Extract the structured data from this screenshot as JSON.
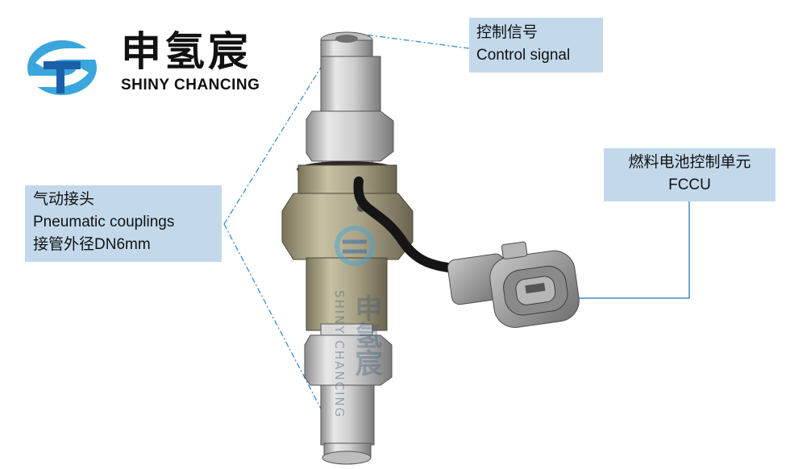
{
  "brand": {
    "name_cn": "申氢宸",
    "name_en": "SHINY CHANCING",
    "colors": {
      "blue_light": "#3aa6dc",
      "blue_dark": "#1c5fa8"
    }
  },
  "labels": {
    "control_signal": {
      "cn": "控制信号",
      "en": "Control signal"
    },
    "pneumatic": {
      "cn": "气动接头",
      "en": "Pneumatic couplings",
      "note": "接管外径DN6mm"
    },
    "fccu": {
      "cn": "燃料电池控制单元",
      "en": "FCCU"
    }
  },
  "watermark": {
    "cn": "申氢宸",
    "en": "SHINY CHANCING"
  },
  "colors": {
    "label_bg": "#c3d9eb",
    "callout_line": "#3e8fc9"
  }
}
